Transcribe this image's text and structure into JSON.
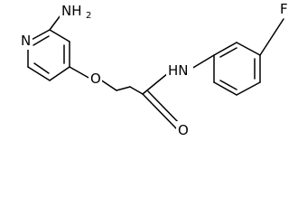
{
  "molecule": {
    "atoms": {
      "amine_symbol": "NH",
      "amine_subscript": "2",
      "pyridine_nitrogen": "N",
      "ether_oxygen": "O",
      "amide_nitrogen": "HN",
      "carbonyl_oxygen": "O",
      "fluorine": "F"
    }
  }
}
